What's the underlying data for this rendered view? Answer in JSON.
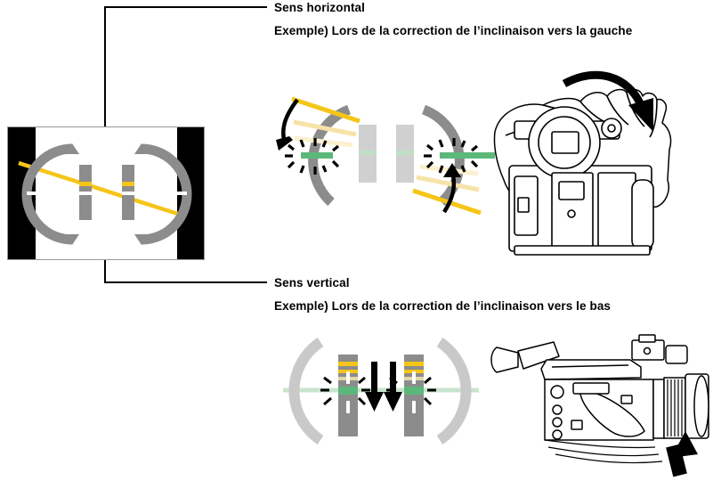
{
  "doc": {
    "kind": "camcorder-manual-illustration",
    "language": "fr"
  },
  "sections": [
    {
      "id": "horizontal",
      "heading": "Sens horizontal",
      "example": "Exemple) Lors de la correction de l’inclinaison vers la gauche"
    },
    {
      "id": "vertical",
      "heading": "Sens vertical",
      "example": "Exemple) Lors de la correction de l’inclinaison vers le bas"
    }
  ],
  "viewfinder": {
    "name": "level-gauge-on-screen",
    "pillarbox_color": "#000000",
    "screen_color": "#ffffff",
    "horizon_line_color": "#F5C518",
    "gauge": {
      "arc_color": "#8C8C8C",
      "bar_color": "#8C8C8C",
      "tick_color": "#ffffff",
      "marker_color": "#F5C518"
    }
  },
  "gauges": {
    "arc_gray": "#8C8C8C",
    "arc_light_gray": "#C9C9C9",
    "level_ok_color": "#5CB87A",
    "level_ok_faded": "#BFE0C6",
    "tilt_color": "#F5C518",
    "tilt_trail_color": "#F7E3A8",
    "bar_gray": "#8C8C8C",
    "bar_light_gray": "#C9C9C9",
    "flash_color": "#000000",
    "arrow_color": "#000000"
  },
  "camera": {
    "outline_color": "#000000",
    "body_fill": "#ffffff",
    "arrow_color": "#000000",
    "top_view_name": "camcorder-front-view-with-hand",
    "side_view_name": "camcorder-side-view"
  },
  "icons": {
    "rotate_arrow": "rotate-arrow-icon",
    "down_arrow": "down-arrow-icon",
    "up_arrow": "up-arrow-icon",
    "flash_burst": "flash-burst-icon"
  }
}
